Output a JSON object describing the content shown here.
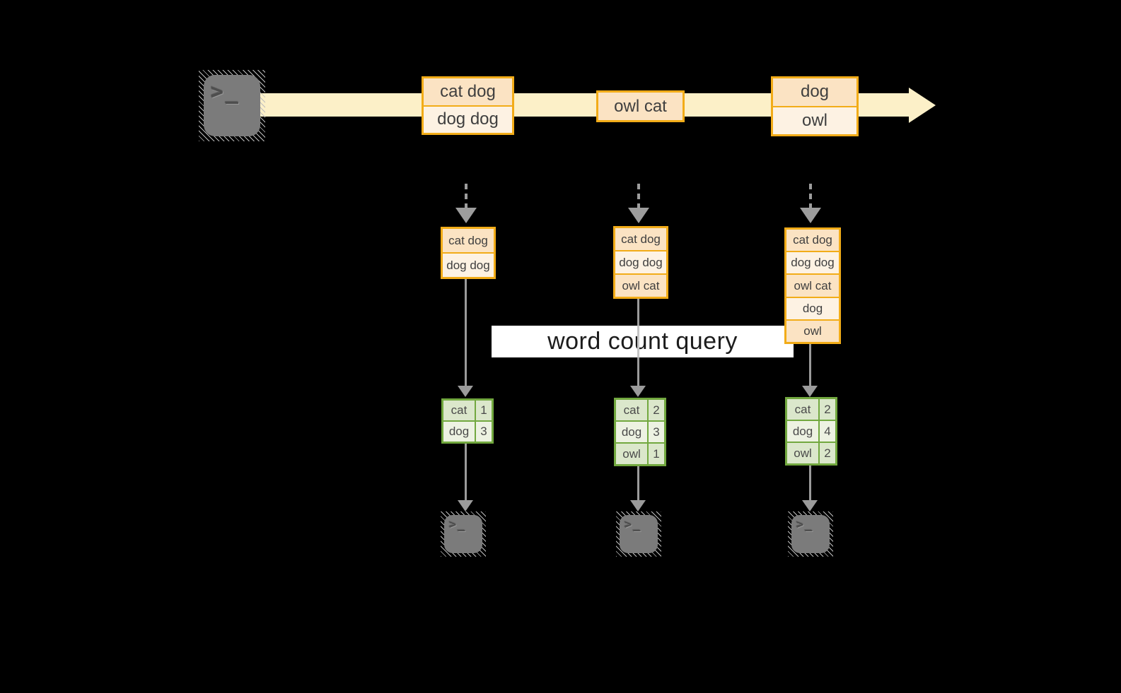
{
  "query_band": {
    "label": "word count query"
  },
  "stream_events": [
    [
      "cat dog",
      "dog dog"
    ],
    [
      "owl cat"
    ],
    [
      "dog",
      "owl"
    ]
  ],
  "buffers": [
    [
      "cat dog",
      "dog dog"
    ],
    [
      "cat dog",
      "dog dog",
      "owl cat"
    ],
    [
      "cat dog",
      "dog dog",
      "owl cat",
      "dog",
      "owl"
    ]
  ],
  "count_tables": [
    [
      {
        "word": "cat",
        "count": "1"
      },
      {
        "word": "dog",
        "count": "3"
      }
    ],
    [
      {
        "word": "cat",
        "count": "2"
      },
      {
        "word": "dog",
        "count": "3"
      },
      {
        "word": "owl",
        "count": "1"
      }
    ],
    [
      {
        "word": "cat",
        "count": "2"
      },
      {
        "word": "dog",
        "count": "4"
      },
      {
        "word": "owl",
        "count": "2"
      }
    ]
  ],
  "icons": {
    "terminal_glyph": ">_"
  },
  "colors": {
    "background": "#000000",
    "stream_fill": "#fcf0c8",
    "box_border": "#f2ac18",
    "cell_peach": "#fbe3c3",
    "cell_cream": "#fdf2e3",
    "table_border": "#72a83f",
    "row_green": "#dbe7cb",
    "row_light": "#edf2e2",
    "arrow_gray": "#9b9b9b",
    "terminal_gray": "#7b7b7b",
    "query_band_bg": "#ffffff"
  }
}
